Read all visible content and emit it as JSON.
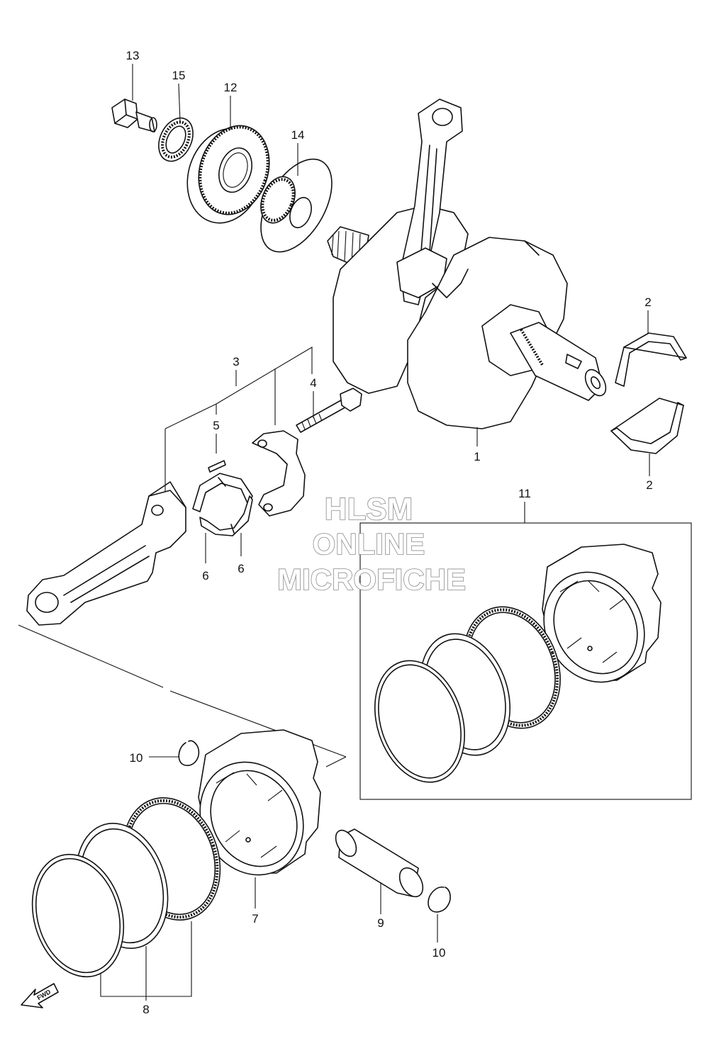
{
  "callouts": {
    "c1": "1",
    "c2a": "2",
    "c2b": "2",
    "c3": "3",
    "c4": "4",
    "c5": "5",
    "c6a": "6",
    "c6b": "6",
    "c7": "7",
    "c8": "8",
    "c9": "9",
    "c10a": "10",
    "c10b": "10",
    "c11": "11",
    "c12": "12",
    "c13": "13",
    "c14": "14",
    "c15": "15"
  },
  "watermark": {
    "line1": "HLSM",
    "line2": "ONLINE",
    "line3": "MICROFICHE"
  },
  "fwd_label": "FWD",
  "colors": {
    "line": "#111111",
    "watermark": "#8a8a8a",
    "background": "#ffffff"
  }
}
